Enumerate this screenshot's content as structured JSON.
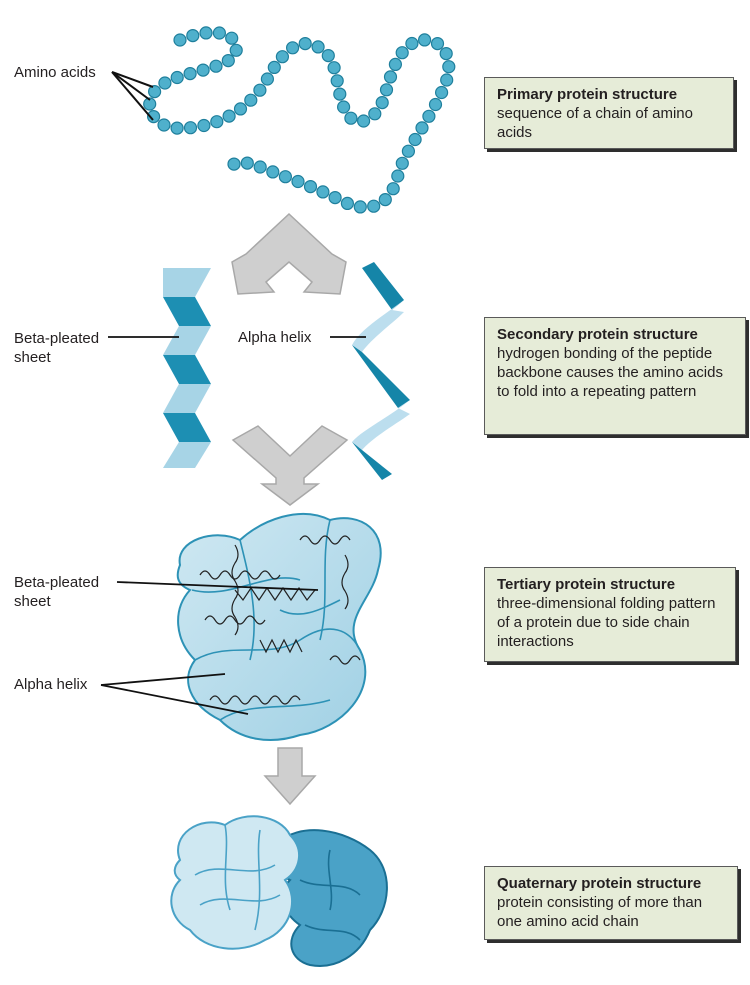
{
  "labels": {
    "amino_acids": "Amino acids",
    "beta_pleated_sheet_1": "Beta-pleated sheet",
    "alpha_helix_1": "Alpha helix",
    "beta_pleated_sheet_2": "Beta-pleated sheet",
    "alpha_helix_2": "Alpha helix"
  },
  "boxes": {
    "primary": {
      "title": "Primary protein structure",
      "text": "sequence of a chain of amino acids"
    },
    "secondary": {
      "title": "Secondary protein structure",
      "text": "hydrogen bonding of the peptide backbone causes the amino acids to fold into a repeating pattern"
    },
    "tertiary": {
      "title": "Tertiary protein structure",
      "text": "three-dimensional folding pattern of a protein due to side chain interactions"
    },
    "quaternary": {
      "title": "Quaternary protein structure",
      "text": "protein consisting of more than one amino acid chain"
    }
  },
  "colors": {
    "bead": "#4fb0cc",
    "bead_outline": "#1f7f9c",
    "dark_teal": "#1585a8",
    "light_blue": "#a7d4e6",
    "arrow_gray": "#c8c8c8",
    "box_fill": "#e6ecd8"
  }
}
